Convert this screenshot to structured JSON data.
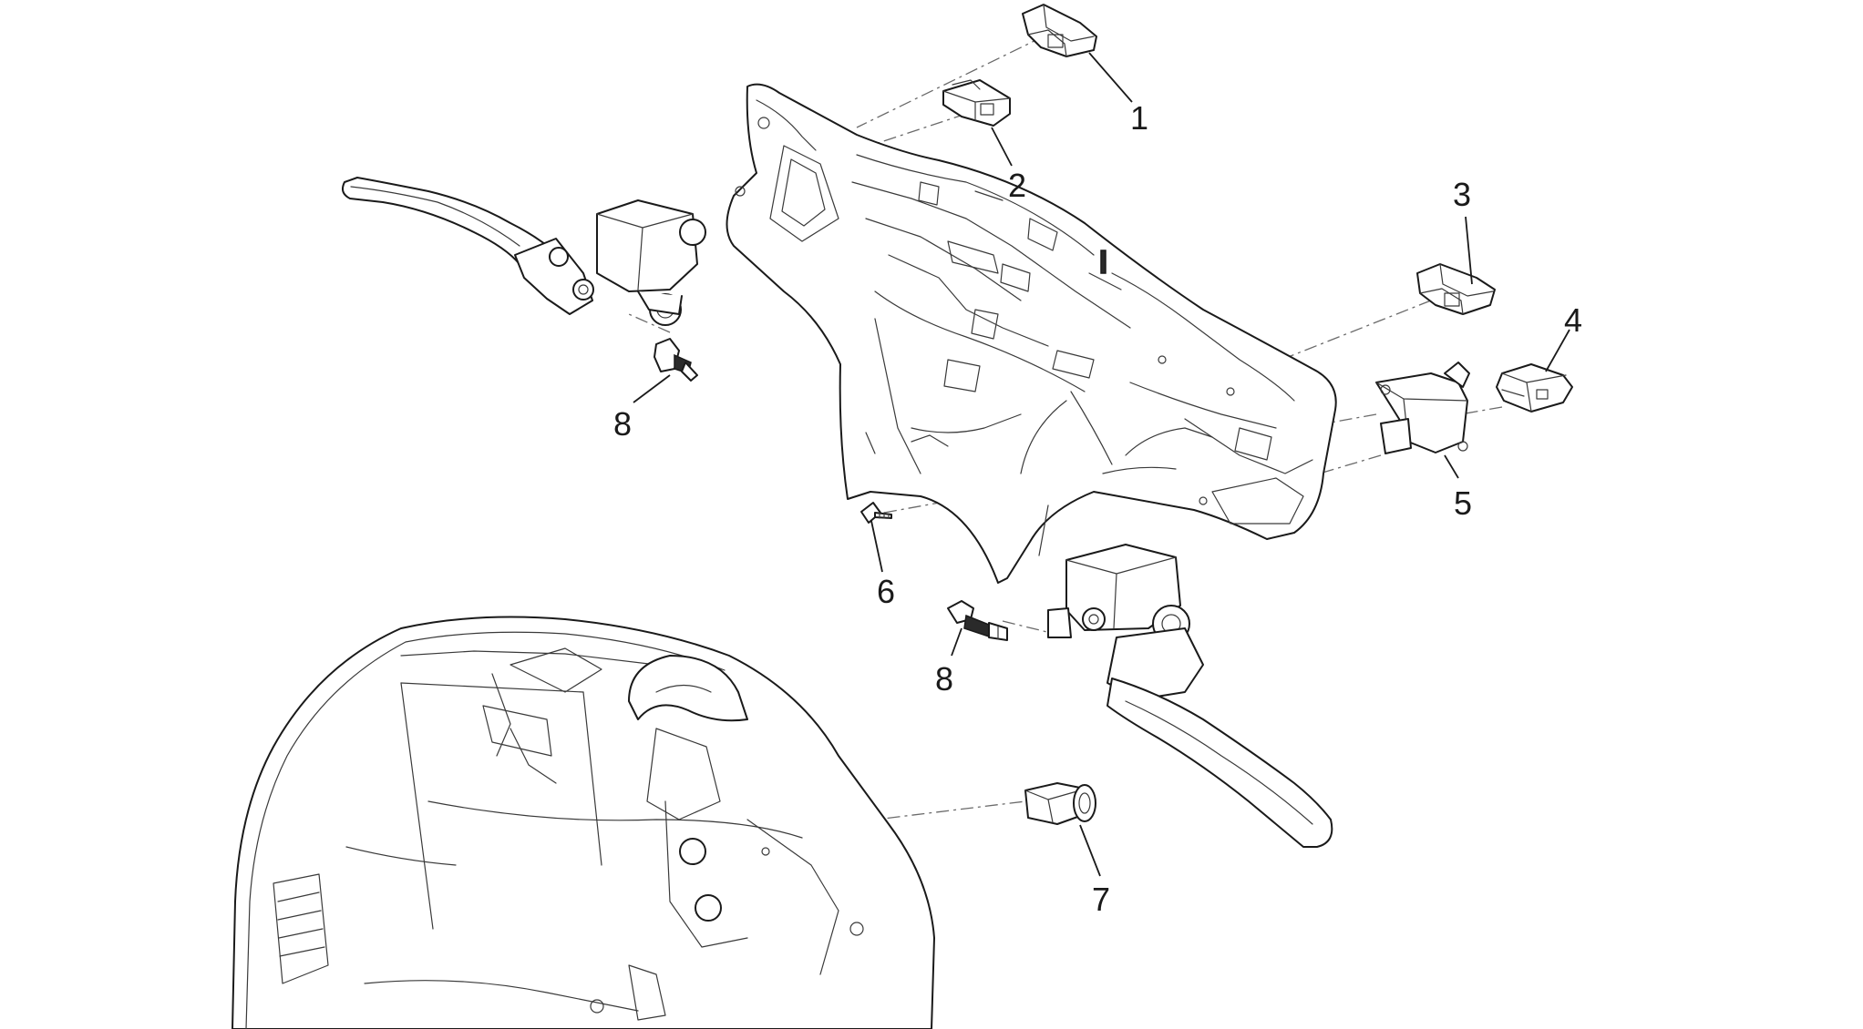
{
  "diagram": {
    "callouts": {
      "c1": "1",
      "c2": "2",
      "c3": "3",
      "c4": "4",
      "c5": "5",
      "c6": "6",
      "c7": "7",
      "c8a": "8",
      "c8b": "8"
    }
  }
}
